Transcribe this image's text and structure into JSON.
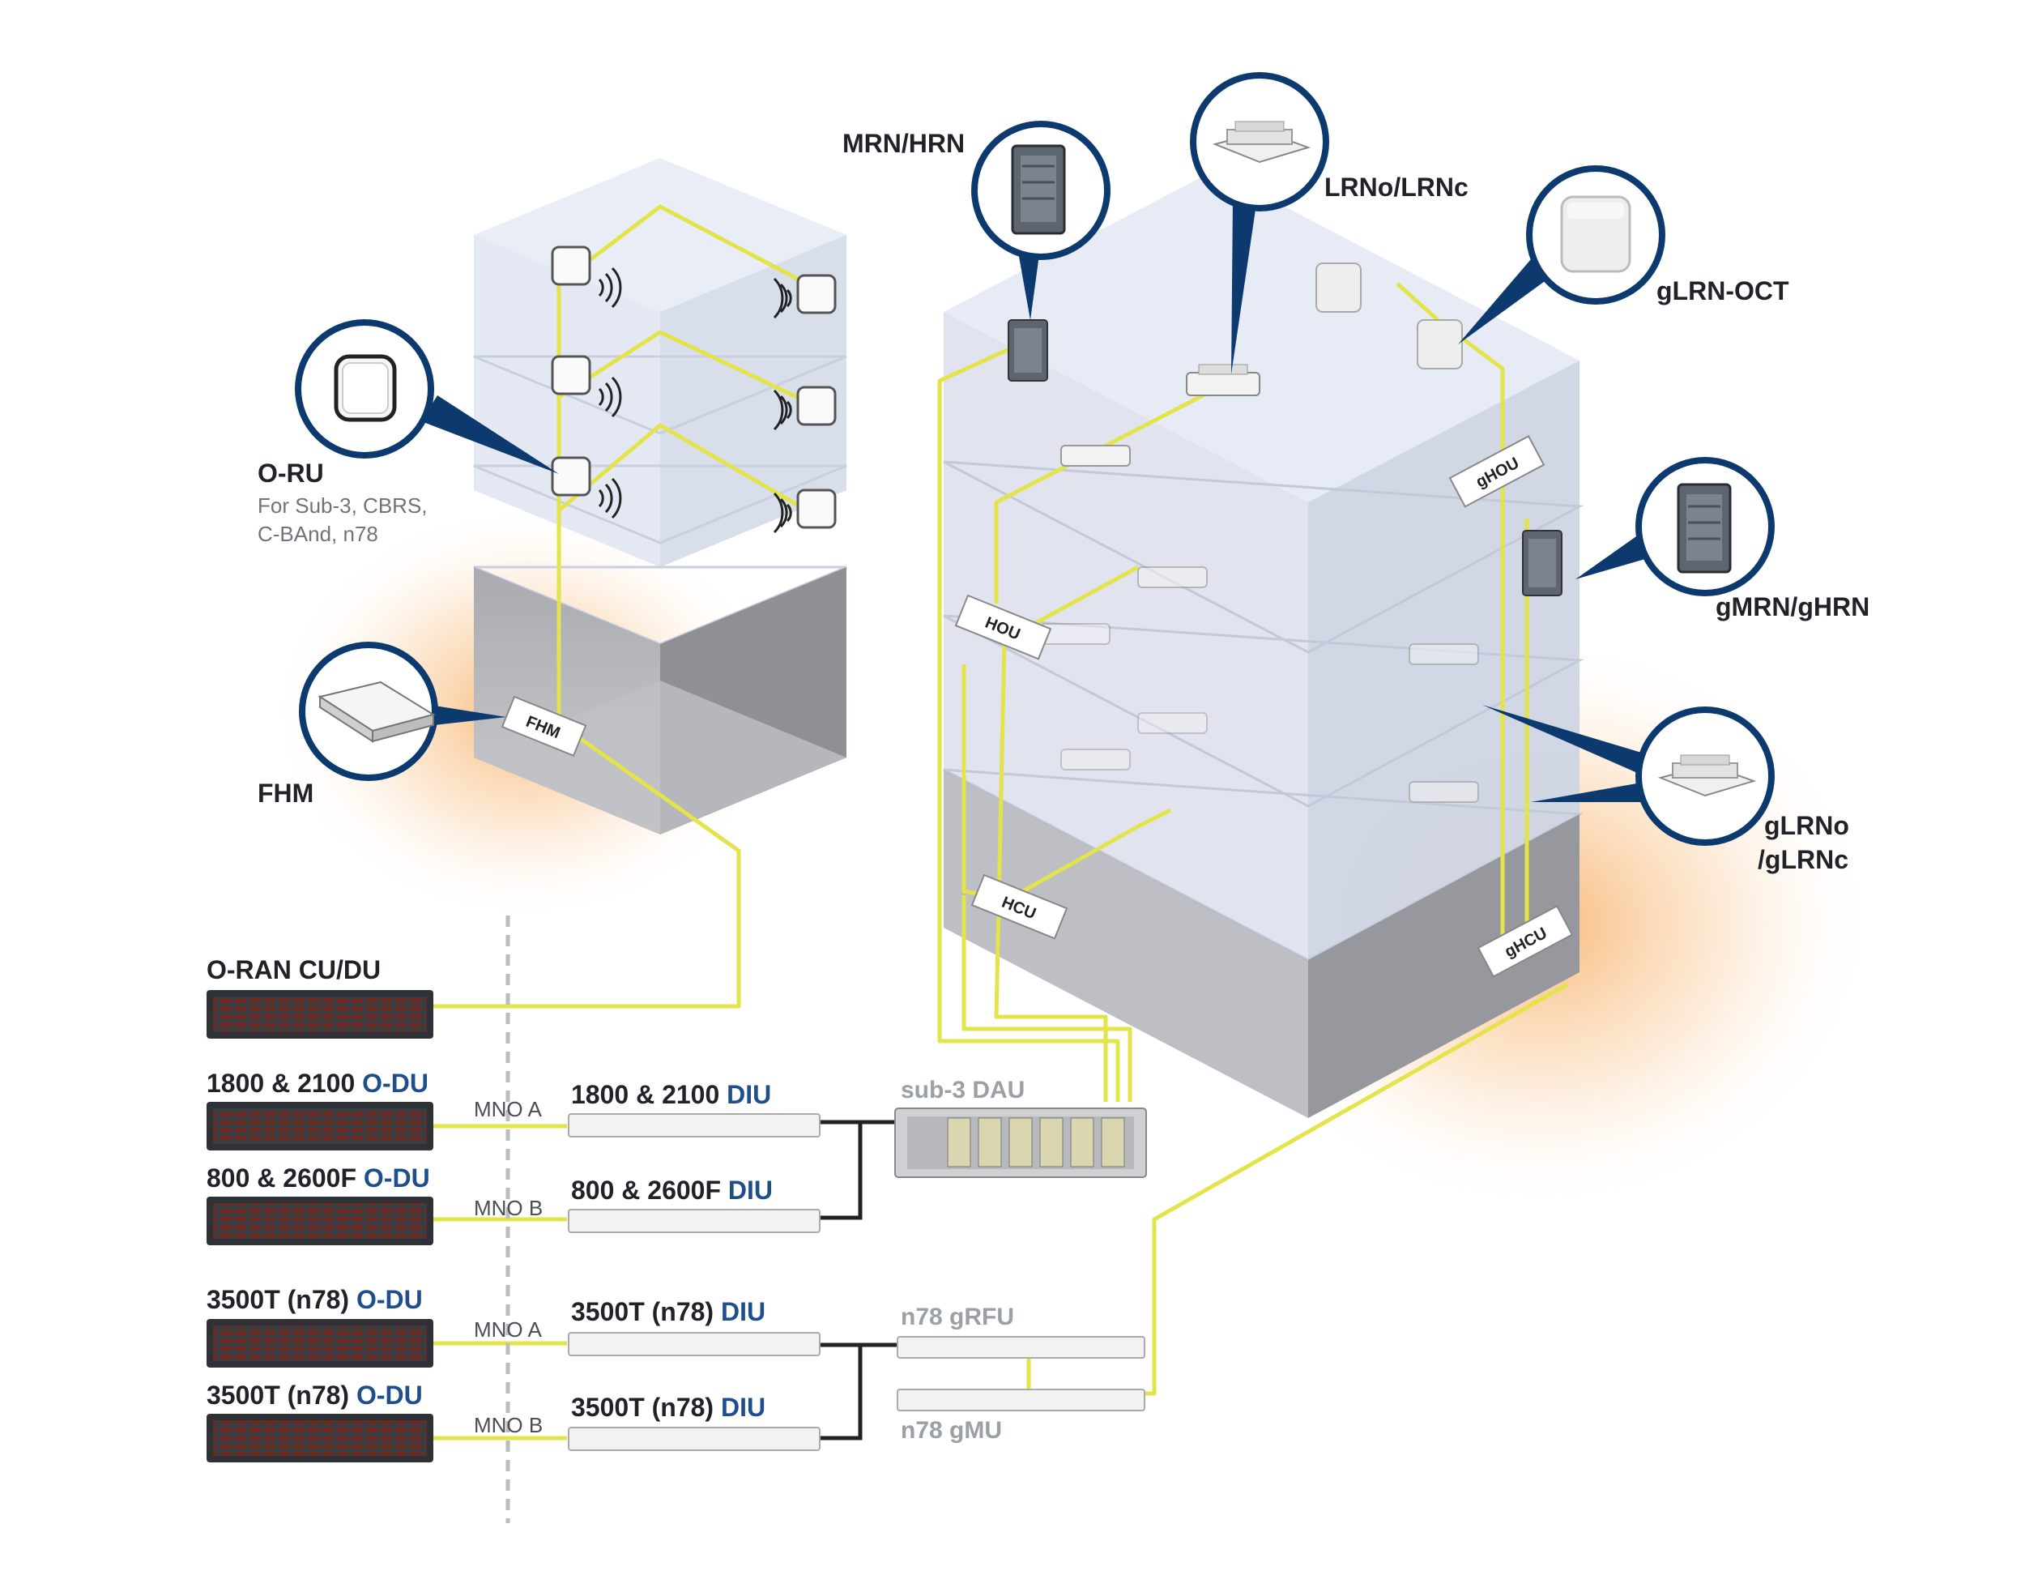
{
  "colors": {
    "fiber": "#e3e34a",
    "callout": "#0d3a6e",
    "accent_text": "#1f4e8c",
    "glow": "#f6a24a"
  },
  "callouts": {
    "oru": {
      "title": "O-RU",
      "sub1": "For Sub-3, CBRS,",
      "sub2": "C-BAnd, n78",
      "icon": "oru-device-icon"
    },
    "fhm": {
      "title": "FHM",
      "icon": "fhm-device-icon"
    },
    "mrn": {
      "title": "MRN/HRN",
      "icon": "mrn-device-icon"
    },
    "lrno": {
      "title": "LRNo/LRNc",
      "icon": "lrno-device-icon"
    },
    "glrn_oct": {
      "title": "gLRN-OCT",
      "icon": "glrn-oct-device-icon"
    },
    "gmrn": {
      "title": "gMRN/gHRN",
      "icon": "gmrn-device-icon"
    },
    "glrno": {
      "title1": "gLRNo",
      "title2": "/gLRNc",
      "icon": "glrno-device-icon"
    }
  },
  "building_boxes": {
    "fhm": "FHM",
    "hou": "HOU",
    "ghou_top": "gHOU",
    "hcu": "HCU",
    "ghcu": "gHCU"
  },
  "rack": {
    "oran": {
      "label": "O-RAN CU/DU"
    },
    "odu": [
      {
        "pre": "1800 & 2100 ",
        "accent": "O-DU",
        "mno": "MNO A",
        "diu_pre": "1800 & 2100 ",
        "diu_accent": "DIU"
      },
      {
        "pre": "800 & 2600F ",
        "accent": "O-DU",
        "mno": "MNO B",
        "diu_pre": "800 & 2600F ",
        "diu_accent": "DIU"
      },
      {
        "pre": "3500T (n78) ",
        "accent": "O-DU",
        "mno": "MNO A",
        "diu_pre": "3500T (n78) ",
        "diu_accent": "DIU"
      },
      {
        "pre": "3500T (n78) ",
        "accent": "O-DU",
        "mno": "MNO B",
        "diu_pre": "3500T (n78) ",
        "diu_accent": "DIU"
      }
    ],
    "sub3_dau": "sub-3 DAU",
    "n78_grfu": "n78 gRFU",
    "n78_gmu": "n78 gMU"
  }
}
